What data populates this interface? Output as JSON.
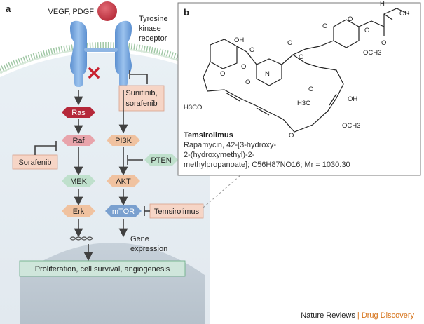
{
  "panel_a": {
    "letter": "a",
    "ligand": "VEGF, PDGF",
    "receptor": [
      "Tyrosine",
      "kinase",
      "receptor"
    ],
    "nodes": {
      "ras": "Ras",
      "raf": "Raf",
      "mek": "MEK",
      "erk": "Erk",
      "pi3k": "PI3K",
      "akt": "AKT",
      "mtor": "mTOR",
      "pten": "PTEN"
    },
    "inhibitors": {
      "sunitinib": [
        "Sunitinib,",
        "sorafenib"
      ],
      "sorafenib": "Sorafenib",
      "temsirolimus": "Temsirolimus"
    },
    "gene_expression": [
      "Gene",
      "expression"
    ],
    "outcome": "Proliferation, cell survival, angiogenesis",
    "colors": {
      "ras": "#b5283a",
      "raf": "#e8a4ab",
      "green": "#bfe0cc",
      "blue": "#7aa0cf",
      "inhibitor_box": "#f6d5c6",
      "receptor": "#6fa3dc",
      "ligand": "#c63a48",
      "cell": "#e4ecf2"
    }
  },
  "panel_b": {
    "letter": "b",
    "name": "Temsirolimus",
    "description": [
      "Rapamycin, 42-[3-hydroxy-",
      "2-(hydroxymethyl)-2-",
      "methylpropanoate]; C56H87NO16; Mr = 1030.30"
    ],
    "formula": "C56H87NO16; Mr = 1030.30",
    "structure_labels": [
      "OH",
      "OH",
      "O",
      "O",
      "O",
      "O",
      "O",
      "N",
      "O",
      "O",
      "O",
      "O",
      "OCH3",
      "H3CO",
      "H3C",
      "OCH3",
      "OH",
      "O",
      "O",
      "O",
      "H"
    ]
  },
  "footer": {
    "journal": "Nature Reviews",
    "separator": "|",
    "section": "Drug Discovery"
  }
}
